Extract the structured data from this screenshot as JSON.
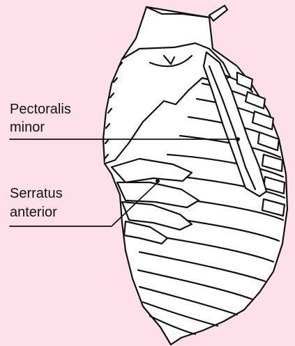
{
  "labels": {
    "pectoralis_line1": "Pectoralis",
    "pectoralis_line2": "minor",
    "serratus_line1": "Serratus",
    "serratus_line2": "anterior"
  },
  "colors": {
    "background": "#fde0ea",
    "outline": "#111111",
    "fill": "#ffffff"
  }
}
